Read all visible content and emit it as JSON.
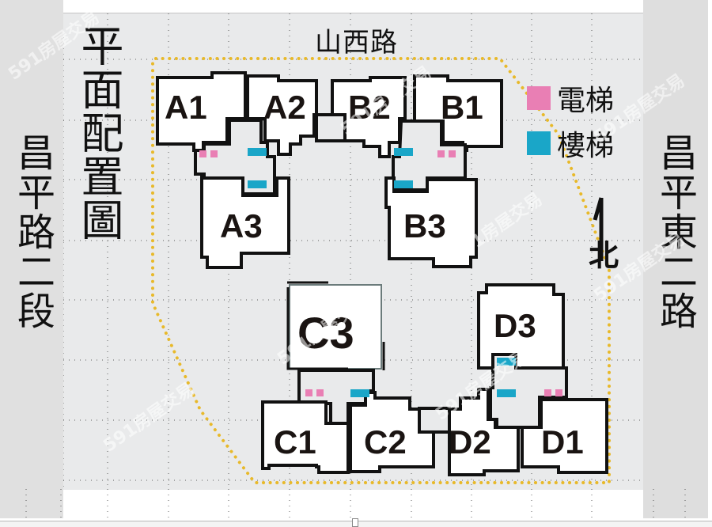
{
  "title": "平面配置圖",
  "roads": {
    "top": "山西路",
    "left": "昌平路二段",
    "right": "昌平東二路"
  },
  "legend": [
    {
      "label": "電梯",
      "color": "#e97fb4",
      "meaning": "elevator"
    },
    {
      "label": "樓梯",
      "color": "#1aa6c8",
      "meaning": "staircase"
    }
  ],
  "north_label": "北",
  "units": {
    "A1": "A1",
    "A2": "A2",
    "A3": "A3",
    "B1": "B1",
    "B2": "B2",
    "B3": "B3",
    "C1": "C1",
    "C2": "C2",
    "C3": "C3",
    "D1": "D1",
    "D2": "D2",
    "D3": "D3"
  },
  "colors": {
    "boundary": "#e8b92a",
    "unit_fill": "#ffffff",
    "unit_stroke": "#111111",
    "core_fill": "#e9eaeb",
    "background": "#e9eaeb"
  },
  "watermark": "591房屋交易"
}
